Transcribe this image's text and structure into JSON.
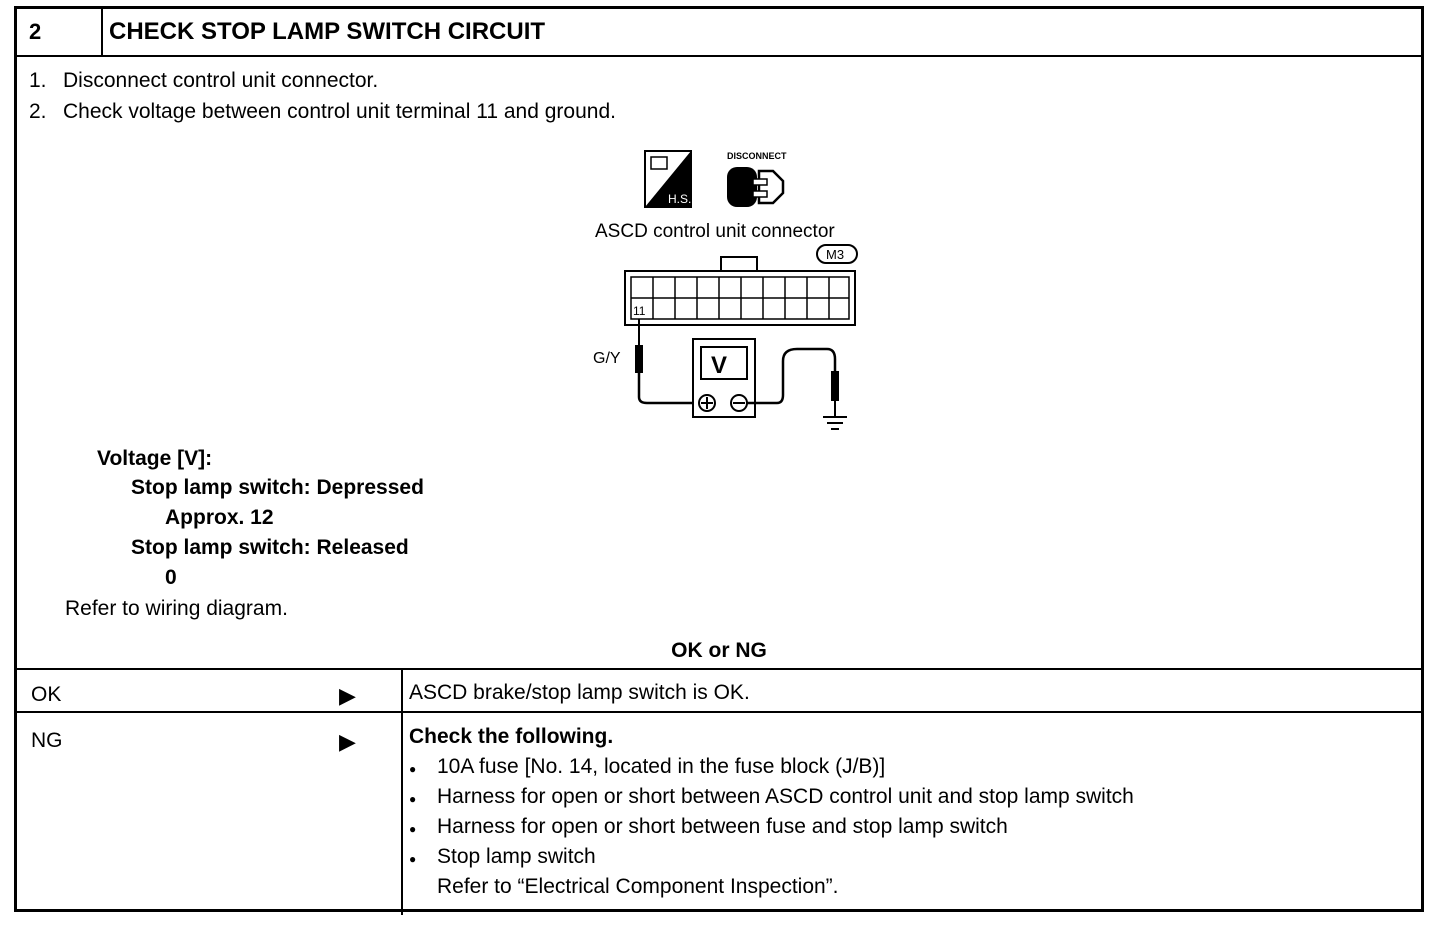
{
  "header": {
    "step_number": "2",
    "title": "CHECK STOP LAMP SWITCH CIRCUIT"
  },
  "instructions": [
    {
      "num": "1.",
      "text": "Disconnect control unit connector."
    },
    {
      "num": "2.",
      "text": "Check voltage between control unit terminal 11 and ground."
    }
  ],
  "diagram": {
    "hs_label": "H.S.",
    "disconnect_label": "DISCONNECT",
    "connector_label": "ASCD control unit connector",
    "connector_id": "M3",
    "terminal": "11",
    "wire_color": "G/Y",
    "meter_label": "V"
  },
  "spec": {
    "voltage_heading": "Voltage [V]:",
    "cond1": "Stop lamp switch: Depressed",
    "val1": "Approx. 12",
    "cond2": "Stop lamp switch: Released",
    "val2": "0",
    "refer": "Refer to wiring diagram."
  },
  "result_heading": "OK or NG",
  "results": {
    "ok": {
      "label": "OK",
      "text": "ASCD brake/stop lamp switch is OK."
    },
    "ng": {
      "label": "NG",
      "heading": "Check the following.",
      "items": [
        "10A fuse [No. 14, located in the fuse block (J/B)]",
        "Harness for open or short between ASCD control unit and stop lamp switch",
        "Harness for open or short between fuse and stop lamp switch",
        "Stop lamp switch"
      ],
      "refer": "Refer to “Electrical Component Inspection”."
    }
  },
  "glyphs": {
    "arrow": "▶",
    "bullet": "●"
  }
}
